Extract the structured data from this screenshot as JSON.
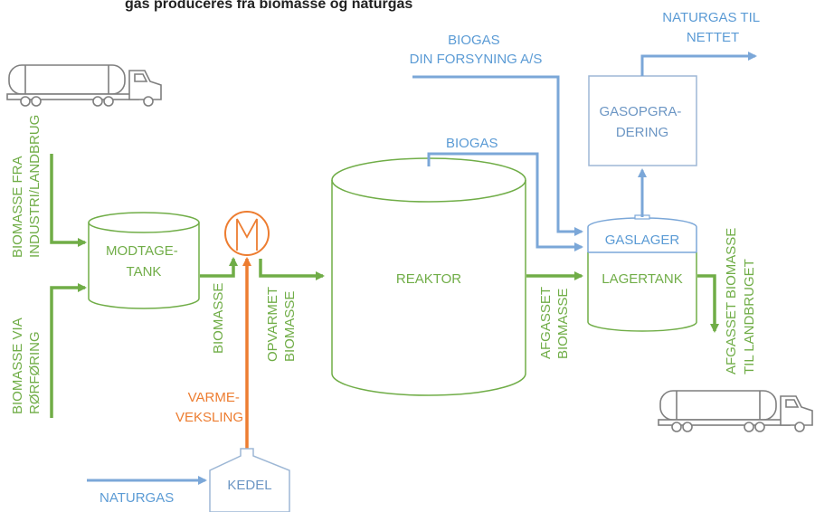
{
  "header": {
    "fragment": "gas produceres fra biomasse og naturgas"
  },
  "sources": {
    "industri": [
      "BIOMASSE FRA",
      "INDUSTRI/LANDBRUG"
    ],
    "roerfoering": [
      "BIOMASSE VIA",
      "RØRFØRING"
    ]
  },
  "nodes": {
    "modtagetank": [
      "MODTAGE-",
      "TANK"
    ],
    "reaktor": "REAKTOR",
    "gaslager": "GASLAGER",
    "lagertank": "LAGERTANK",
    "gasopgradering": [
      "GASOPGRA-",
      "DERING"
    ],
    "kedel": "KEDEL"
  },
  "flows": {
    "biomasse": "BIOMASSE",
    "opvarmet": [
      "OPVARMET",
      "BIOMASSE"
    ],
    "afgasset": [
      "AFGASSET",
      "BIOMASSE"
    ],
    "afgasset_out": [
      "AFGASSET BIOMASSE",
      "TIL LANDBRUGET"
    ],
    "biogas_reaktor": "BIOGAS",
    "biogas_external": [
      "BIOGAS",
      "DIN FORSYNING A/S"
    ],
    "naturgas_out": [
      "NATURGAS TIL",
      "NETTET"
    ],
    "naturgas_in": "NATURGAS",
    "varmeveksling": [
      "VARME-",
      "VEKSLING"
    ]
  },
  "colors": {
    "biomass_flow": "#70AD47",
    "gas_flow": "#5B9BD5",
    "heat_flow": "#ED7D31",
    "equipment_outline": "#9DB7D5"
  },
  "icons": [
    "tanker-truck-icon",
    "heat-exchanger-icon"
  ]
}
